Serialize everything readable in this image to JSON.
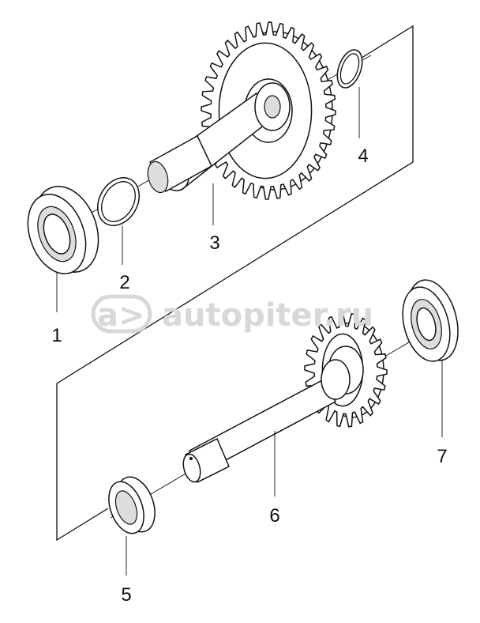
{
  "callouts": {
    "p1": "1",
    "p2": "2",
    "p3": "3",
    "p4": "4",
    "p5": "5",
    "p6": "6",
    "p7": "7"
  },
  "watermark": {
    "text": "autopiter.ru",
    "logo": "a>"
  }
}
